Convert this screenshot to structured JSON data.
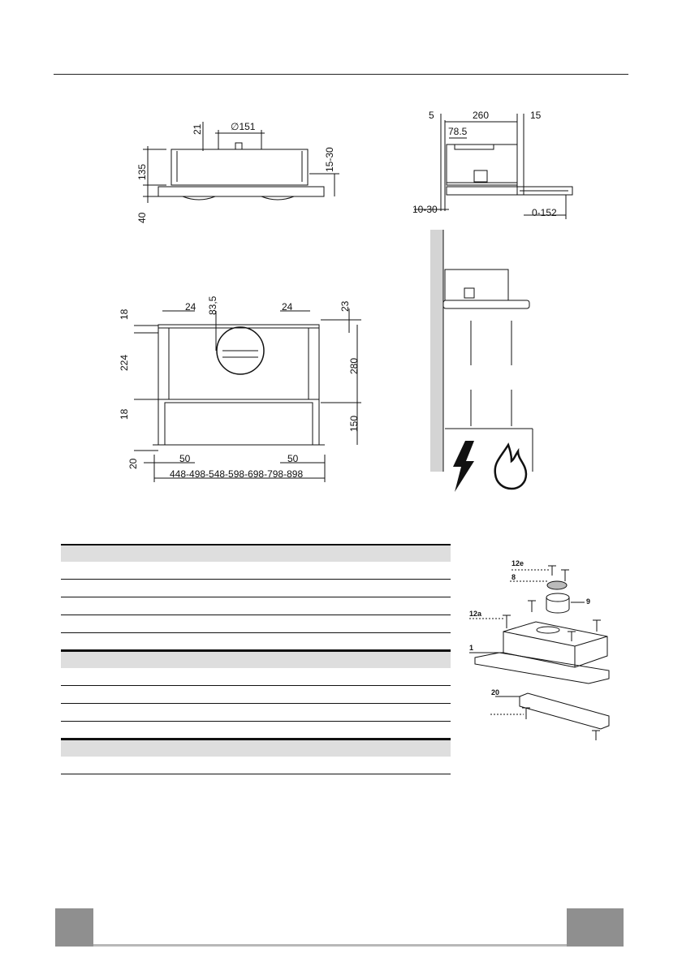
{
  "front_view": {
    "diameter": "∅151",
    "dim_top": "21",
    "dim_height": "135",
    "dim_bottom": "40",
    "dim_side": "15-30"
  },
  "side_view": {
    "dim_left": "5",
    "dim_width": "260",
    "dim_right": "15",
    "dim_collar": "78.5",
    "dim_wall": "10-30",
    "dim_pullout": "0-152"
  },
  "top_view": {
    "dim_left_gap": "24",
    "dim_collar_offset": "83,5",
    "dim_right_gap": "24",
    "dim_top_right": "23",
    "dim_left_top": "18",
    "dim_left_mid": "224",
    "dim_left_low": "18",
    "dim_right_depth": "280",
    "dim_right_low": "150",
    "dim_bottom_left": "20",
    "dim_inner_left": "50",
    "dim_inner_right": "50",
    "widths": "448-498-548-598-698-798-898"
  },
  "parts": {
    "label_12e": "12e",
    "label_8": "8",
    "label_9": "9",
    "label_12a": "12a",
    "label_1": "1",
    "label_20": "20"
  }
}
